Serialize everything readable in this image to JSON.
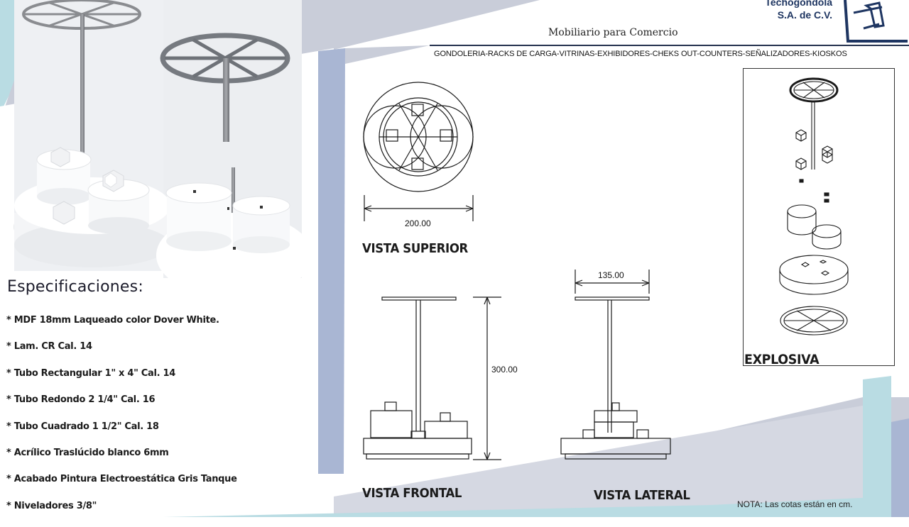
{
  "header": {
    "company_line1": "Techogondola",
    "company_line2": "S.A. de C.V.",
    "tagline": "Mobiliario para Comercio",
    "product_list": "GONDOLERIA-RACKS DE CARGA-VITRINAS-EXHIBIDORES-CHEKS OUT-COUNTERS-SEÑALIZADORES-KIOSKOS",
    "logo_icon": "company-logo-icon"
  },
  "specs": {
    "title": "Especificaciones:",
    "items": [
      "* MDF 18mm Laqueado color Dover White.",
      "* Lam. CR Cal. 14",
      "* Tubo Rectangular 1\" x 4\" Cal. 14",
      "* Tubo Redondo 2 1/4\" Cal. 16",
      "* Tubo Cuadrado 1 1/2\" Cal. 18",
      "* Acrílico Traslúcido blanco 6mm",
      "* Acabado Pintura Electroestática Gris Tanque",
      "* Niveladores 3/8\""
    ]
  },
  "drawings": {
    "top_view": {
      "label": "VISTA SUPERIOR",
      "dimension": "200.00"
    },
    "front_view": {
      "label": "VISTA FRONTAL",
      "dimension": "300.00"
    },
    "side_view": {
      "label": "VISTA LATERAL",
      "dimension": "135.00"
    },
    "exploded_view": {
      "label": "EXPLOSIVA"
    }
  },
  "note": "NOTA: Las cotas están en cm.",
  "colors": {
    "navy": "#1e3561",
    "panel_gray": "#c9cdd9",
    "light_blue": "#b9dce3",
    "slate_blue": "#a9b6d3"
  }
}
